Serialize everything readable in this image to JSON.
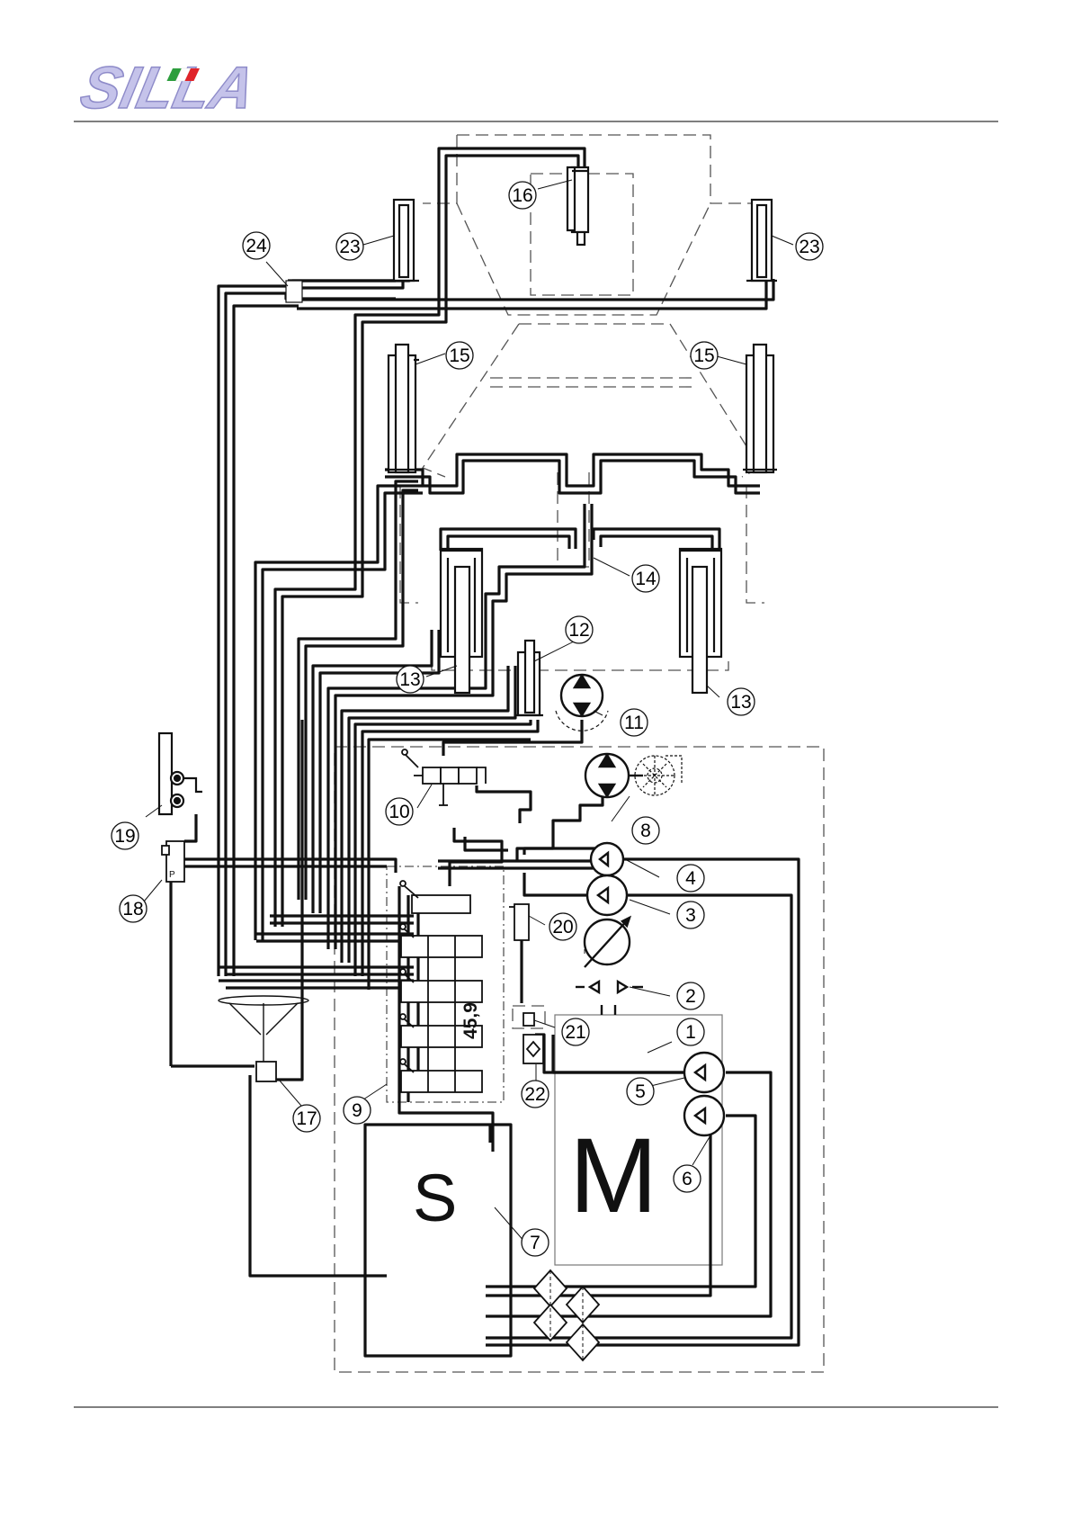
{
  "logo": {
    "text": "SILLA",
    "flag_colors": [
      "#2e9e3e",
      "#ffffff",
      "#e0242a"
    ],
    "text_color": "#c5c3ea"
  },
  "labels": {
    "motor": "M",
    "tank": "S",
    "valve_marking": "45,9"
  },
  "callouts": [
    "1",
    "2",
    "3",
    "4",
    "5",
    "6",
    "7",
    "8",
    "9",
    "10",
    "11",
    "12",
    "13",
    "13",
    "14",
    "15",
    "15",
    "16",
    "17",
    "18",
    "19",
    "20",
    "21",
    "22",
    "23",
    "23",
    "24"
  ],
  "symbol_letters": {
    "pressure_port": "P"
  }
}
